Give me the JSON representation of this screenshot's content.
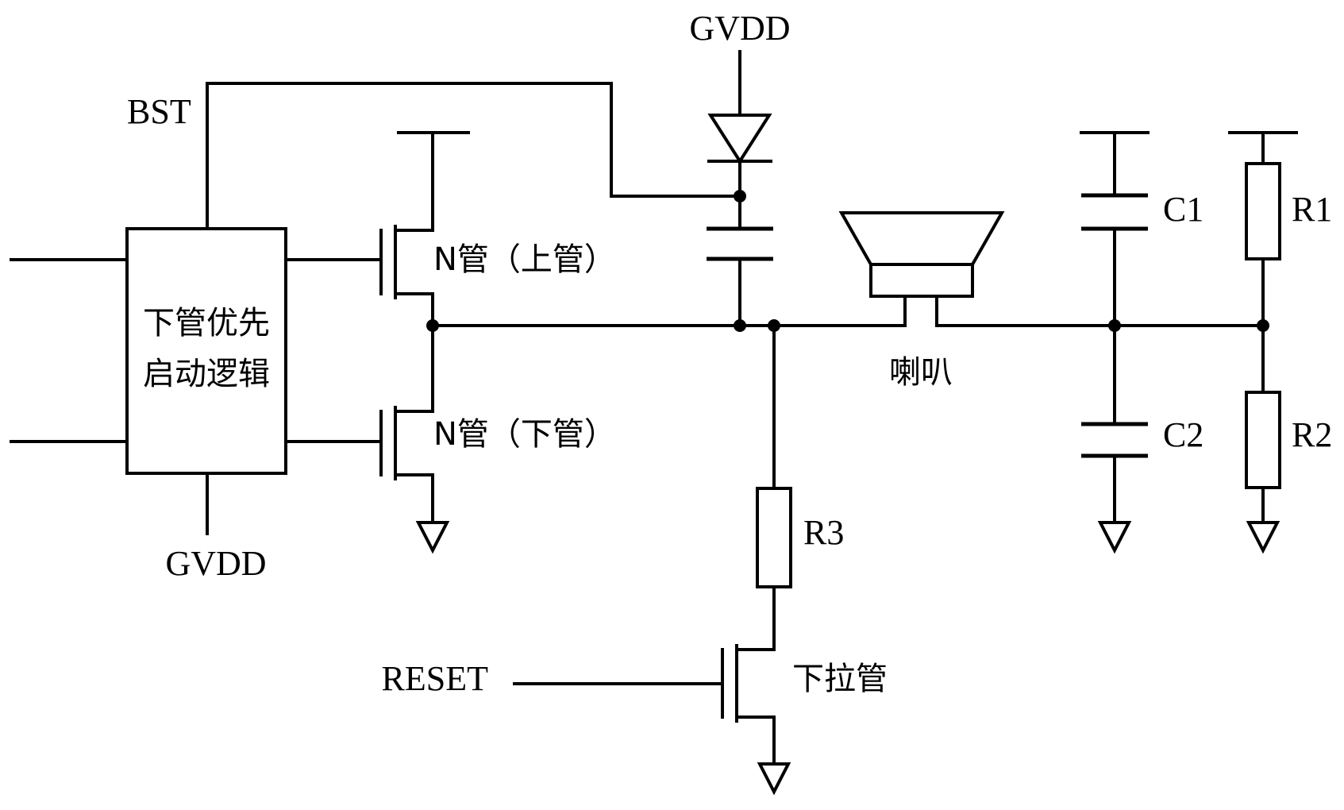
{
  "labels": {
    "gvdd_top": "GVDD",
    "gvdd_bottom": "GVDD",
    "bst": "BST",
    "logic_line1": "下管优先",
    "logic_line2": "启动逻辑",
    "upper_nmos": "N管（上管）",
    "lower_nmos": "N管（下管）",
    "speaker": "喇叭",
    "c1": "C1",
    "c2": "C2",
    "r1": "R1",
    "r2": "R2",
    "r3": "R3",
    "reset": "RESET",
    "pulldown": "下拉管"
  },
  "colors": {
    "line": "#000000",
    "background": "#ffffff"
  }
}
